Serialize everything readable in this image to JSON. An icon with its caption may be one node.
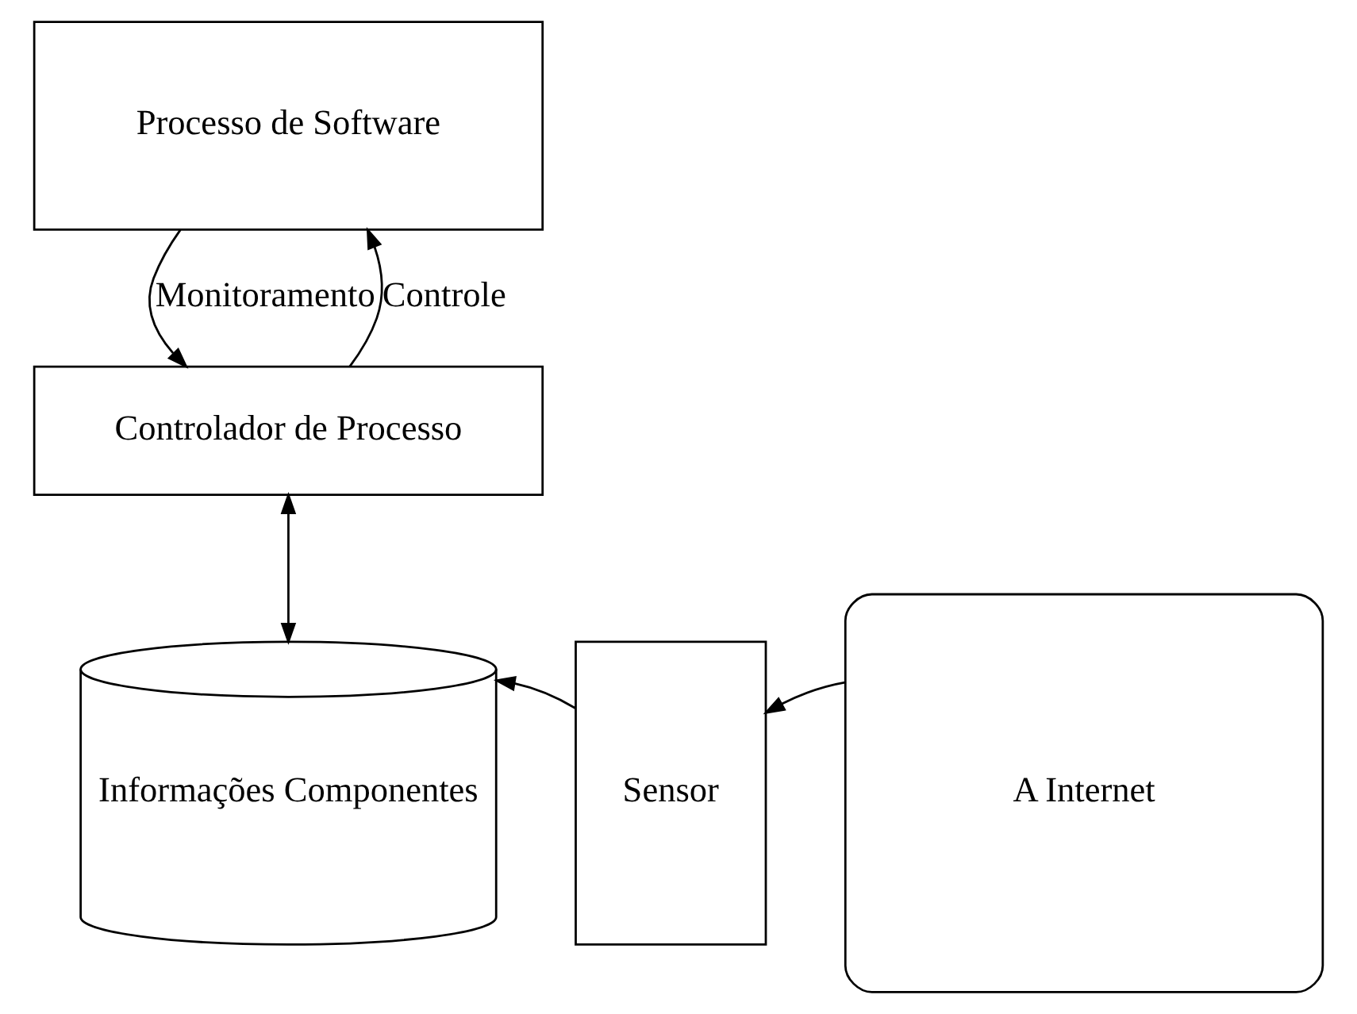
{
  "diagram": {
    "nodes": [
      {
        "text": [
          "Processo de Software"
        ]
      },
      {
        "text": [
          "Controlador de Processo"
        ]
      },
      {
        "text": [
          "Informações Componentes"
        ]
      },
      {
        "text": [
          "Sensor"
        ]
      },
      {
        "text": [
          "A Internet"
        ]
      }
    ],
    "edges": [
      {
        "from": 0,
        "to": 1,
        "arrow": "to",
        "label": "Monitoramento"
      },
      {
        "from": 1,
        "to": 0,
        "arrow": "to",
        "label": "Controle"
      },
      {
        "from": 1,
        "to": 2,
        "arrow": "both"
      },
      {
        "from": 3,
        "to": 2,
        "arrow": "to"
      },
      {
        "from": 4,
        "to": 3,
        "arrow": "to"
      }
    ]
  }
}
